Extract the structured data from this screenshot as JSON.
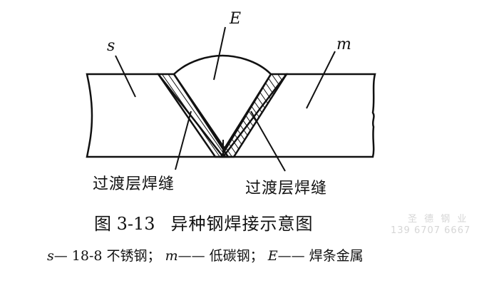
{
  "labels": {
    "top": "E",
    "left": "s",
    "right": "m",
    "transition_left": "过渡层焊缝",
    "transition_right": "过渡层焊缝"
  },
  "caption": {
    "figure_number": "图 3-13",
    "title": "异种钢焊接示意图",
    "legend": {
      "s_key": "s",
      "s_desc": "— 18-8 不锈钢；",
      "m_key": "m",
      "m_desc": "—— 低碳钢；",
      "e_key": "E",
      "e_desc": "—— 焊条金属"
    }
  },
  "watermark": {
    "line1": "圣 德 钢 业",
    "line2": "139 6707 6667"
  },
  "colors": {
    "ink": "#111111",
    "background": "#ffffff",
    "watermark": "#d6d6d6"
  }
}
